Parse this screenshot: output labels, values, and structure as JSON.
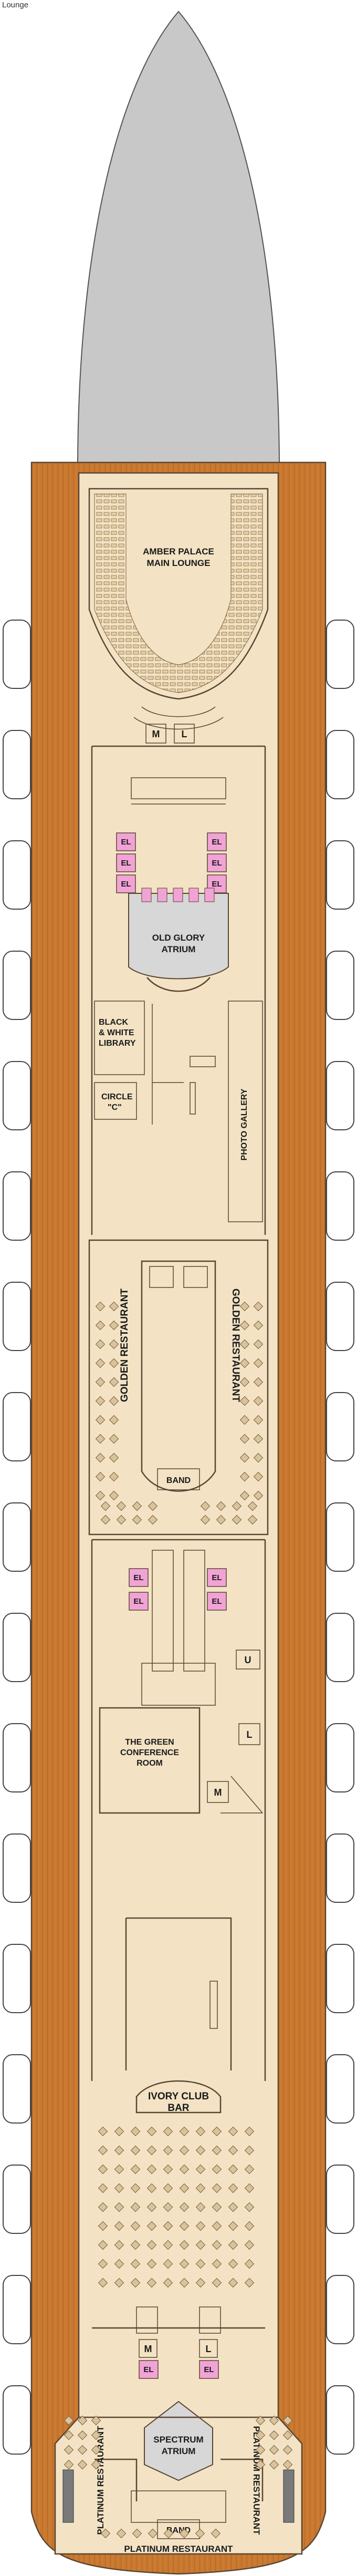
{
  "deck": {
    "title": "Lounge"
  },
  "venues": {
    "amber_palace": [
      "AMBER PALACE",
      "MAIN LOUNGE"
    ],
    "old_glory": [
      "OLD GLORY",
      "ATRIUM"
    ],
    "library": [
      "BLACK",
      "& WHITE",
      "LIBRARY"
    ],
    "circle_c": [
      "CIRCLE",
      "\"C\""
    ],
    "photo_gallery": "PHOTO GALLERY",
    "golden_restaurant": "GOLDEN RESTAURANT",
    "band": "BAND",
    "green_room": [
      "THE GREEN",
      "CONFERENCE",
      "ROOM"
    ],
    "ivory_club": [
      "IVORY CLUB",
      "BAR"
    ],
    "spectrum": [
      "SPECTRUM",
      "ATRIUM"
    ],
    "platinum_restaurant": "PLATINUM RESTAURANT"
  },
  "markers": {
    "elevator": "EL",
    "men": "M",
    "ladies": "L",
    "unisex": "U"
  },
  "colors": {
    "deck_wood": "#c9782f",
    "wood_line": "#a35c1e",
    "interior": "#f3e3c4",
    "bow": "#c8c8c8",
    "elevator": "#f2a3d6",
    "lifeboat": "#ffffff",
    "wall": "#5a4633"
  }
}
